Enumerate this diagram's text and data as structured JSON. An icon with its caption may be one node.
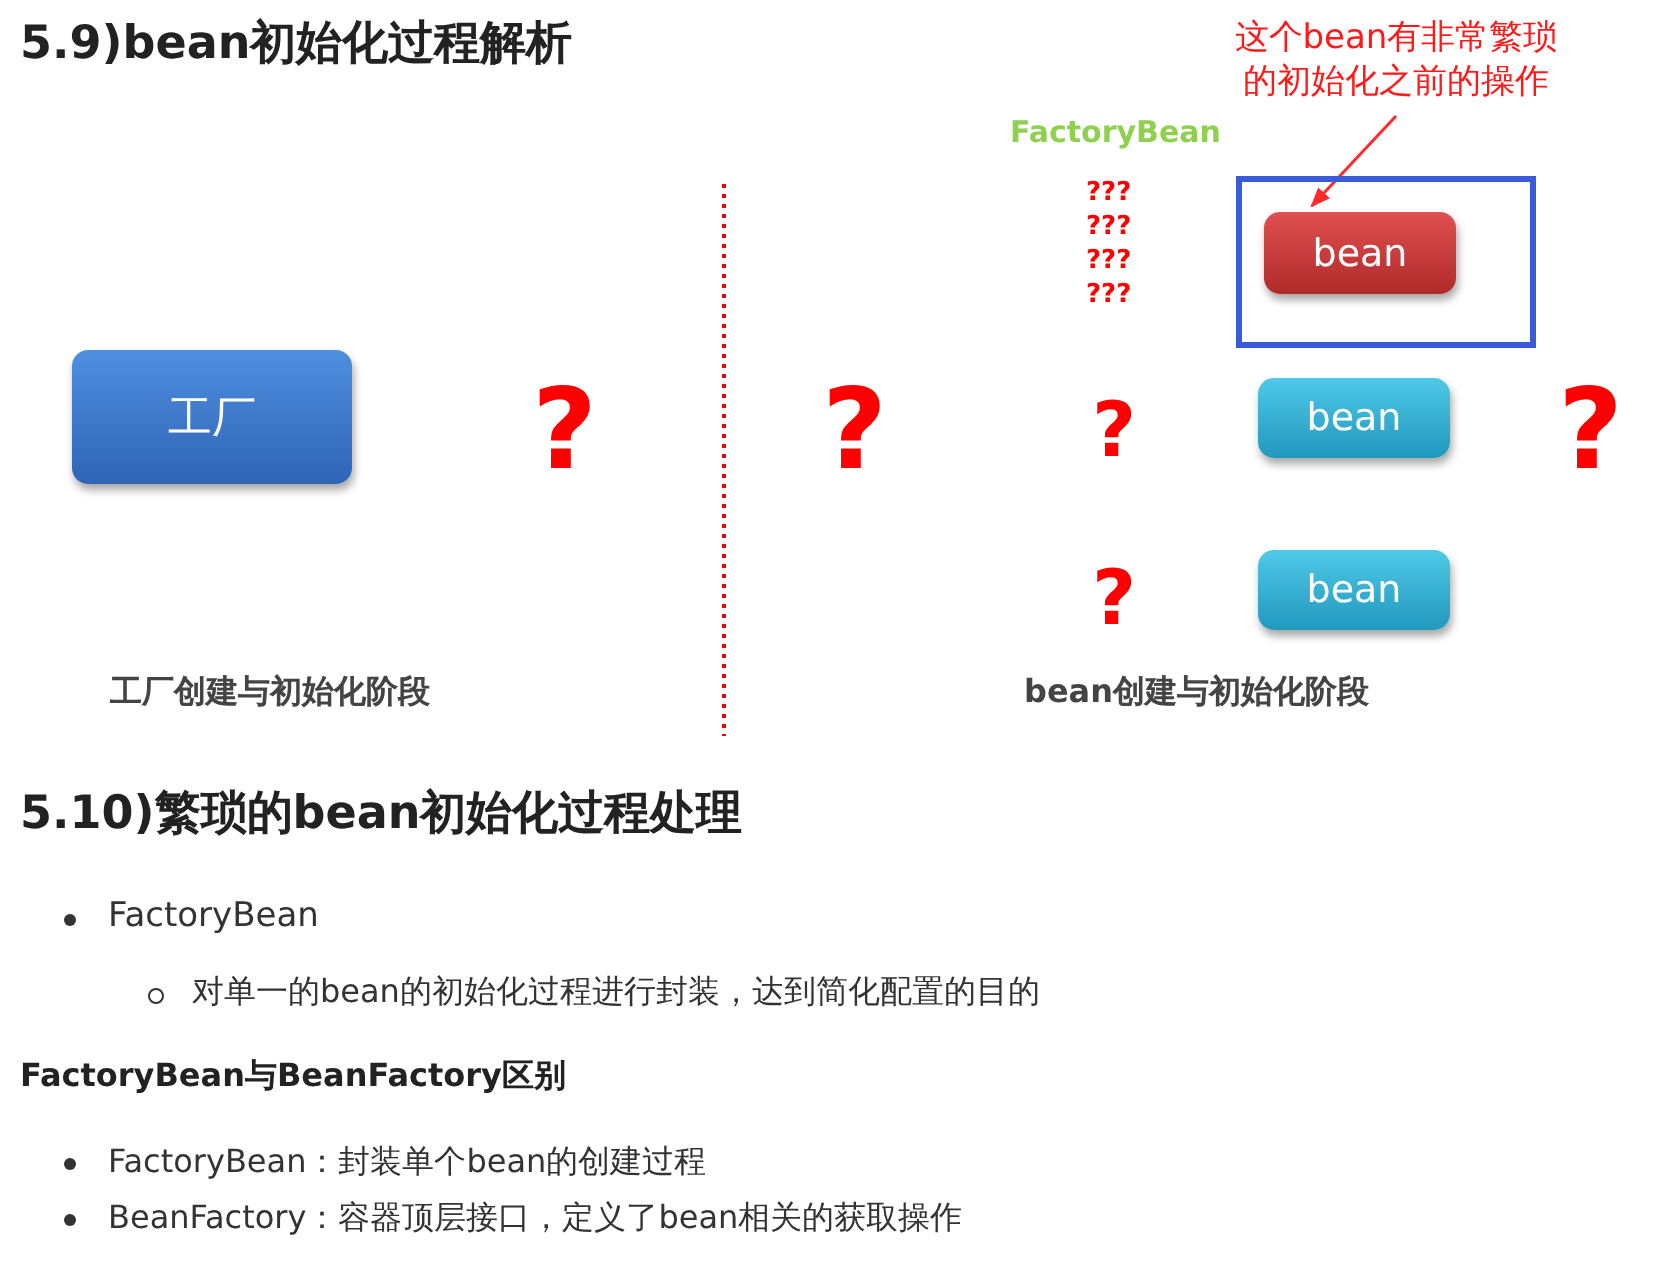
{
  "diagram": {
    "title": "5.9)bean初始化过程解析",
    "nodes": [
      {
        "text": [
          "工厂"
        ]
      },
      {
        "text": [],
        "shape": "box"
      },
      {
        "text": [
          "bean"
        ],
        "in": 1
      },
      {
        "text": [
          "bean"
        ]
      },
      {
        "text": [
          "bean"
        ]
      },
      {
        "text": [
          "这个bean有非常繁琐的初始化之前的操作"
        ]
      }
    ],
    "edges": [
      {
        "from": 5,
        "to": 2,
        "arrow": "to"
      }
    ],
    "labels": [
      "FactoryBean",
      "???",
      "???",
      "???",
      "???",
      "?",
      "?",
      "?",
      "?",
      "?",
      "工厂创建与初始化阶段",
      "bean创建与初始化阶段",
      "5.10)繁琐的bean初始化过程处理",
      "FactoryBean",
      "对单一的bean的初始化过程进行封装，达到简化配置的目的",
      "FactoryBean与BeanFactory区别",
      "FactoryBean：封装单个bean的创建过程",
      "BeanFactory：容器顶层接口，定义了bean相关的获取操作"
    ]
  }
}
